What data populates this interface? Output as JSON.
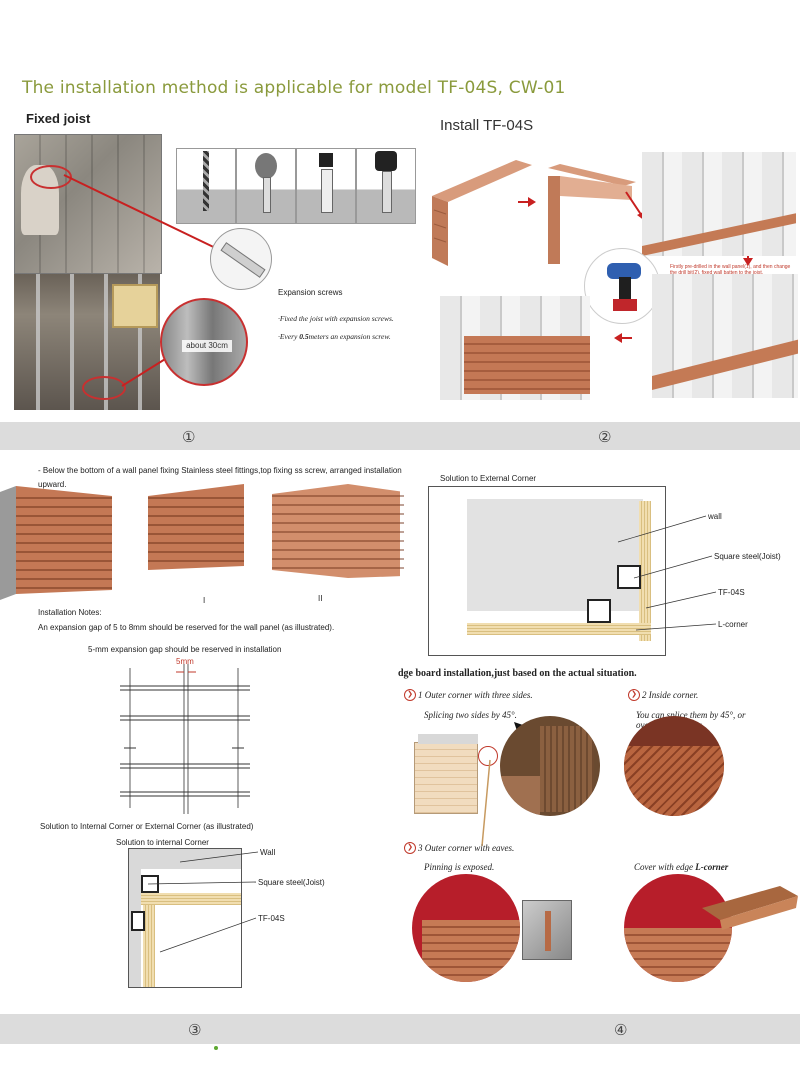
{
  "header": {
    "title": "The installation method is applicable for model TF-04S, CW-01"
  },
  "section1": {
    "heading": "Fixed joist",
    "callout_label": "about 30cm",
    "screw_label": "Expansion screws",
    "note1": "·Fixed the joist with expansion screws.",
    "note2_prefix": "·Every ",
    "note2_value": "0.5",
    "note2_suffix": "meters an expansion screw."
  },
  "section2": {
    "heading": "Install TF-04S",
    "drill_note": "Firstly pre-drilled in the wall panel(1), and then change the drill bit(2), fixed wall batten to the joist."
  },
  "band1": {
    "left": "①",
    "right": "②"
  },
  "section3": {
    "intro": " - Below the bottom of a wall panel fixing Stainless steel fittings,top fixing ss screw, arranged installation upward.",
    "roman1": "I",
    "roman2": "II",
    "notes_title": "Installation Notes:",
    "notes_text": "An expansion gap of 5 to 8mm should be reserved for the wall panel (as illustrated).",
    "gap_title": "5-mm expansion gap should be reserved in installation",
    "gap_label": "5mm",
    "corner_title": "Solution to Internal Corner or External Corner (as illustrated)",
    "internal_title": "Solution to internal Corner",
    "lbl_wall": "Wall",
    "lbl_steel": "Square steel(Joist)",
    "lbl_tf": "TF-04S"
  },
  "section4": {
    "ext_title": "Solution to External Corner",
    "lbl_wall": "wall",
    "lbl_steel": "Square steel(Joist)",
    "lbl_tf": "TF-04S",
    "lbl_lcorner": "L-corner",
    "edge_title": "dge board installation,just based on the actual situation.",
    "item1_title": "1  Outer corner with three sides.",
    "item1_sub": "Splicing two sides by 45°.",
    "item2_title": "2  Inside corner.",
    "item2_sub": "You can splice them by 45°, or overlie each other.",
    "item3_title": "3  Outer corner with eaves.",
    "item3_sub": "Pinning is exposed.",
    "item4_prefix": "Cover with edge ",
    "item4_em": "L-corner"
  },
  "band2": {
    "left": "③",
    "right": "④"
  }
}
